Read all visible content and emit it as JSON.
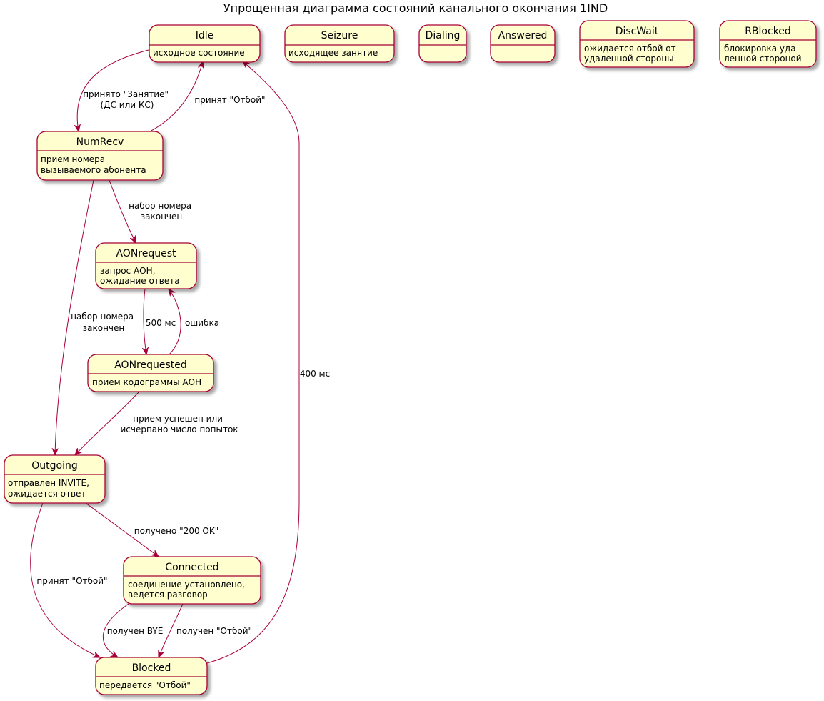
{
  "diagram": {
    "title": "Упрощенная диаграмма состояний канального окончания 1IND",
    "colors": {
      "state_fill": "#FEFECE",
      "state_border": "#A80036",
      "arrow": "#A80036",
      "background": "#FFFFFF"
    },
    "states": {
      "idle": {
        "name": "Idle",
        "desc": [
          "исходное состояние"
        ]
      },
      "seizure": {
        "name": "Seizure",
        "desc": [
          "исходящее занятие"
        ]
      },
      "dialing": {
        "name": "Dialing",
        "desc": []
      },
      "answered": {
        "name": "Answered",
        "desc": []
      },
      "discwait": {
        "name": "DiscWait",
        "desc": [
          "ожидается отбой от",
          "удаленной стороны"
        ]
      },
      "rblocked": {
        "name": "RBlocked",
        "desc": [
          "блокировка уда-",
          "ленной стороной"
        ]
      },
      "numrecv": {
        "name": "NumRecv",
        "desc": [
          "прием номера",
          "вызываемого абонента"
        ]
      },
      "aonrequest": {
        "name": "AONrequest",
        "desc": [
          "запрос АОН,",
          "ожидание ответа"
        ]
      },
      "aonrequested": {
        "name": "AONrequested",
        "desc": [
          "прием кодограммы АОН"
        ]
      },
      "outgoing": {
        "name": "Outgoing",
        "desc": [
          "отправлен INVITE,",
          "ожидается ответ"
        ]
      },
      "connected": {
        "name": "Connected",
        "desc": [
          "соединение установлено,",
          "ведется разговор"
        ]
      },
      "blocked": {
        "name": "Blocked",
        "desc": [
          "передается \"Отбой\""
        ]
      }
    },
    "transitions": {
      "idle_numrecv": {
        "from": "Idle",
        "to": "NumRecv",
        "label": [
          "принято \"Занятие\"",
          "(ДС или КС)"
        ]
      },
      "numrecv_idle": {
        "from": "NumRecv",
        "to": "Idle",
        "label": [
          "принят \"Отбой\""
        ]
      },
      "numrecv_aonrequest": {
        "from": "NumRecv",
        "to": "AONrequest",
        "label": [
          "набор номера",
          "закончен"
        ]
      },
      "numrecv_outgoing": {
        "from": "NumRecv",
        "to": "Outgoing",
        "label": [
          "набор номера",
          "закончен"
        ]
      },
      "aonrequest_aonrequested": {
        "from": "AONrequest",
        "to": "AONrequested",
        "label": [
          "500 мс"
        ]
      },
      "aonrequested_aonrequest": {
        "from": "AONrequested",
        "to": "AONrequest",
        "label": [
          "ошибка"
        ]
      },
      "aonrequested_outgoing": {
        "from": "AONrequested",
        "to": "Outgoing",
        "label": [
          "прием успешен или",
          "исчерпано число попыток"
        ]
      },
      "outgoing_connected": {
        "from": "Outgoing",
        "to": "Connected",
        "label": [
          "получено \"200 OK\""
        ]
      },
      "outgoing_blocked": {
        "from": "Outgoing",
        "to": "Blocked",
        "label": [
          "принят \"Отбой\""
        ]
      },
      "connected_blocked_bye": {
        "from": "Connected",
        "to": "Blocked",
        "label": [
          "получен BYE"
        ]
      },
      "connected_blocked_disc": {
        "from": "Connected",
        "to": "Blocked",
        "label": [
          "получен \"Отбой\""
        ]
      },
      "blocked_idle": {
        "from": "Blocked",
        "to": "Idle",
        "label": [
          "400 мс"
        ]
      }
    }
  }
}
